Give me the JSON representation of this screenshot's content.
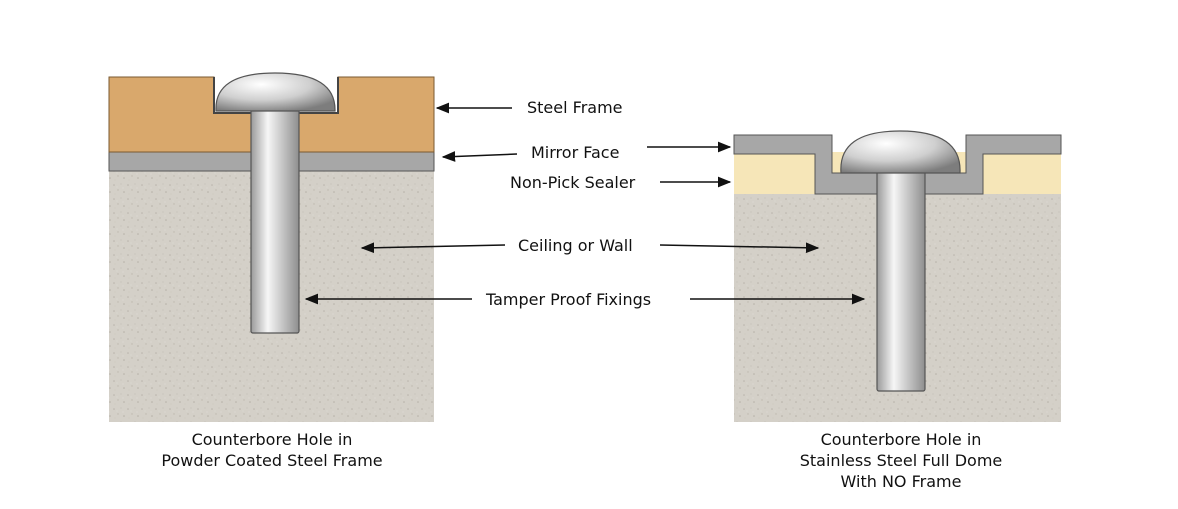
{
  "labels": {
    "steel_frame": "Steel Frame",
    "mirror_face": "Mirror Face",
    "non_pick_sealer": "Non-Pick Sealer",
    "ceiling_or_wall": "Ceiling or Wall",
    "tamper_proof_fixings": "Tamper Proof Fixings"
  },
  "captions": {
    "left": [
      "Counterbore Hole in",
      "Powder Coated Steel Frame"
    ],
    "right": [
      "Counterbore Hole in",
      "Stainless Steel Full Dome",
      "With NO Frame"
    ]
  },
  "colors": {
    "steel_frame": "#d9a86c",
    "mirror_face": "#a7a7a7",
    "sealer": "#f6e6b8",
    "wall": "#d4d0c8",
    "screw_light": "#f4f4f4",
    "screw_dark": "#8f8f8f",
    "outline": "#333333"
  }
}
